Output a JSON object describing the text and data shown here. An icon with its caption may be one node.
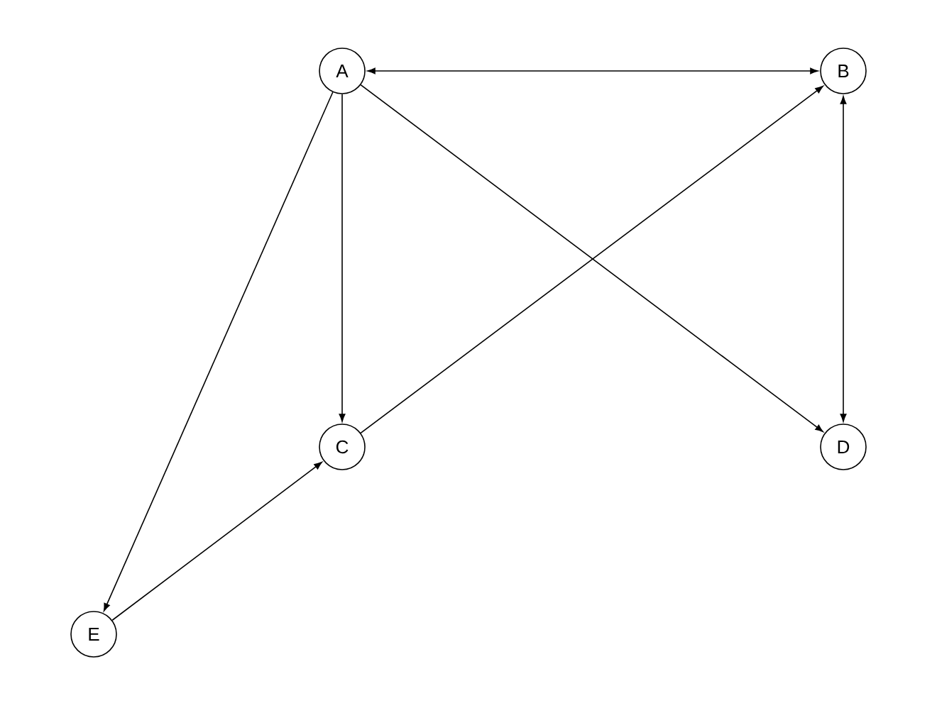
{
  "diagram": {
    "nodes": [
      {
        "text": [
          "A"
        ]
      },
      {
        "text": [
          "B"
        ]
      },
      {
        "text": [
          "C"
        ]
      },
      {
        "text": [
          "D"
        ]
      },
      {
        "text": [
          "E"
        ]
      }
    ],
    "edges": [
      {
        "from": 0,
        "to": 1,
        "arrow": "both"
      },
      {
        "from": 0,
        "to": 2,
        "arrow": "to"
      },
      {
        "from": 0,
        "to": 3,
        "arrow": "to"
      },
      {
        "from": 0,
        "to": 4,
        "arrow": "to"
      },
      {
        "from": 1,
        "to": 3,
        "arrow": "both"
      },
      {
        "from": 2,
        "to": 1,
        "arrow": "to"
      },
      {
        "from": 4,
        "to": 2,
        "arrow": "to"
      }
    ]
  }
}
